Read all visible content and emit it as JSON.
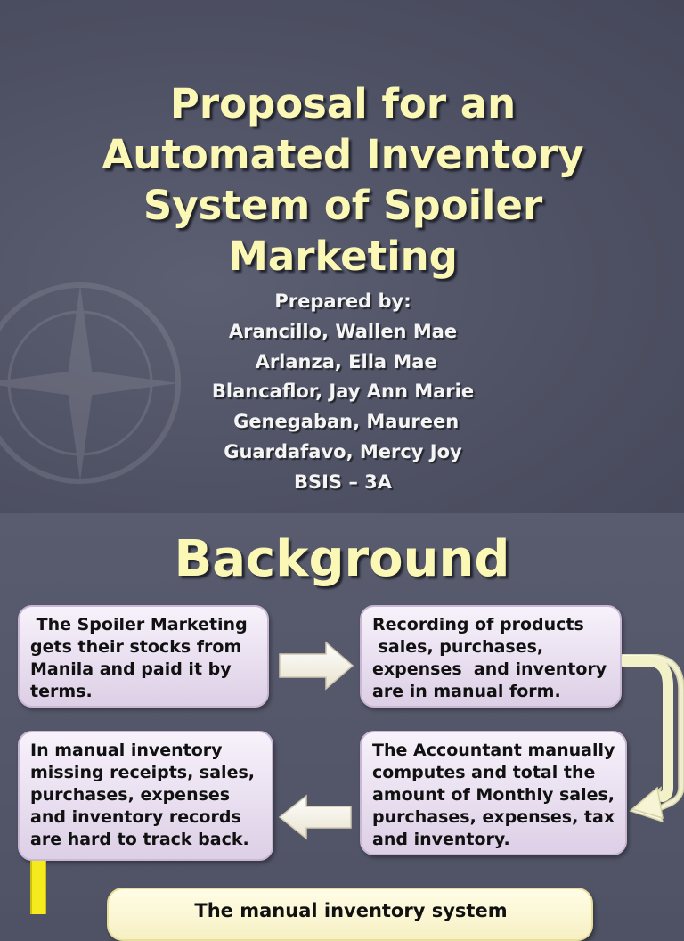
{
  "slide1": {
    "title_lines": [
      "Proposal for an",
      "Automated Inventory",
      "System of Spoiler",
      "Marketing"
    ],
    "prepared_by": "Prepared by:",
    "authors": [
      "Arancillo, Wallen Mae",
      " Arlanza, Ella Mae",
      "Blancaflor, Jay Ann Marie",
      " Genegaban, Maureen",
      "Guardafavo, Mercy Joy"
    ],
    "section": "BSIS – 3A"
  },
  "slide2": {
    "title": "Background",
    "box1": [
      " The Spoiler Marketing",
      "gets their stocks from",
      "Manila and paid it by",
      "terms."
    ],
    "box2": [
      "Recording of products",
      " sales, purchases,",
      "expenses  and inventory",
      "are in manual form."
    ],
    "box3": [
      "The Accountant manually",
      "computes and total the",
      "amount of Monthly sales,",
      "purchases, expenses, tax",
      "and inventory."
    ],
    "box4": [
      "In manual inventory",
      "missing receipts, sales,",
      "purchases, expenses",
      "and inventory records",
      "are hard to track back."
    ],
    "box5": "The manual inventory system"
  },
  "colors": {
    "background": "#4f5264",
    "title": "#fbf7b5",
    "box_fill": "#f0e8f5",
    "box_bottom_fill": "#fffde6",
    "connector_yellow": "#f4ea1c"
  }
}
